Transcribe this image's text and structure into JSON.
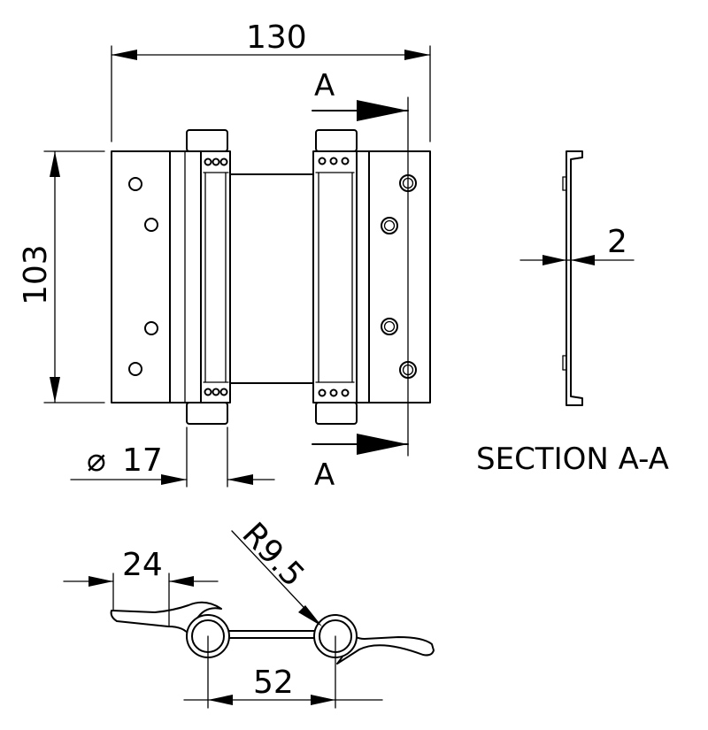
{
  "dimensions": {
    "overall_width": "130",
    "height": "103",
    "pin_diameter": "17",
    "thickness": "2",
    "leaf_offset": "24",
    "center_distance": "52",
    "radius": "R9.5"
  },
  "symbols": {
    "diameter": "⌀"
  },
  "section": {
    "cut_label": "A",
    "caption": "SECTION A-A"
  }
}
